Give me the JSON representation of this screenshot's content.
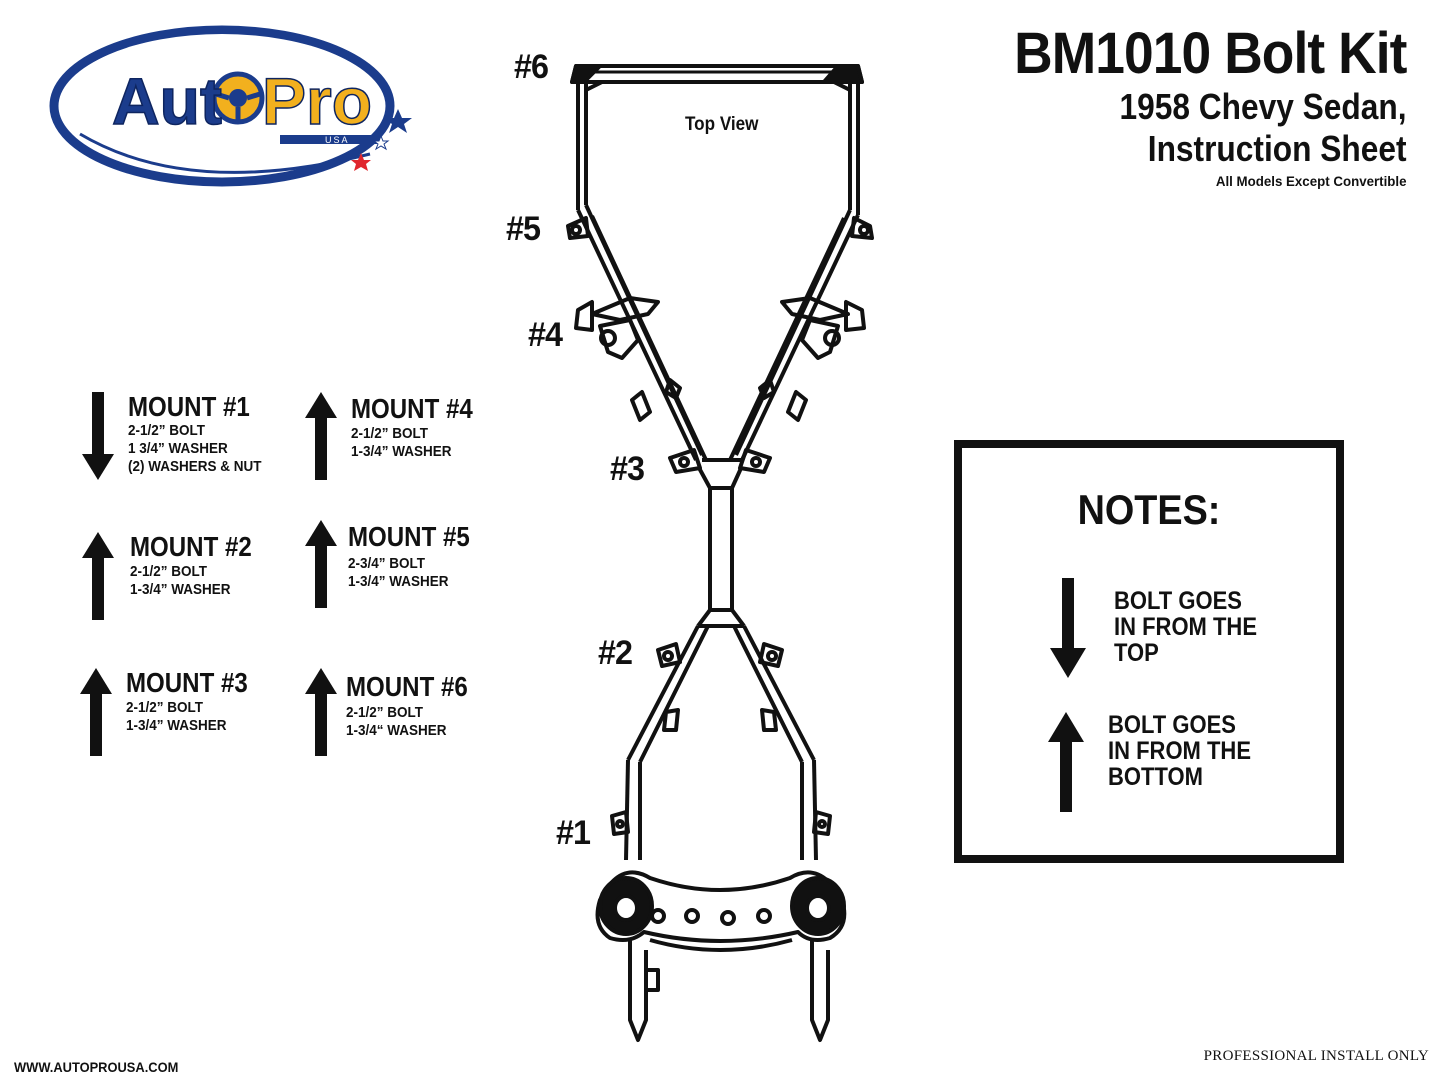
{
  "logo": {
    "brand_left": "Aut",
    "brand_right": "Pro",
    "country": "USA",
    "colors": {
      "blue": "#1b3c8c",
      "gold": "#f2b01e",
      "red": "#e0262d"
    }
  },
  "header": {
    "title": "BM1010 Bolt Kit",
    "subtitle_line1": "1958 Chevy Sedan,",
    "subtitle_line2": "Instruction Sheet",
    "note": "All Models Except Convertible"
  },
  "diagram": {
    "view_label": "Top View",
    "labels": [
      "#6",
      "#5",
      "#4",
      "#3",
      "#2",
      "#1"
    ]
  },
  "mounts": [
    {
      "title": "MOUNT #1",
      "direction": "down",
      "lines": [
        "2-1/2” BOLT",
        "1 3/4” WASHER",
        "(2) WASHERS & NUT"
      ]
    },
    {
      "title": "MOUNT #2",
      "direction": "up",
      "lines": [
        "2-1/2” BOLT",
        "1-3/4” WASHER"
      ]
    },
    {
      "title": "MOUNT #3",
      "direction": "up",
      "lines": [
        "2-1/2” BOLT",
        "1-3/4” WASHER"
      ]
    },
    {
      "title": "MOUNT #4",
      "direction": "up",
      "lines": [
        "2-1/2” BOLT",
        "1-3/4” WASHER"
      ]
    },
    {
      "title": "MOUNT #5",
      "direction": "up",
      "lines": [
        "2-3/4” BOLT",
        "1-3/4” WASHER"
      ]
    },
    {
      "title": "MOUNT #6",
      "direction": "up",
      "lines": [
        "2-1/2” BOLT",
        "1-3/4“ WASHER"
      ]
    }
  ],
  "notes": {
    "title": "NOTES:",
    "down_lines": [
      "BOLT GOES",
      "IN FROM THE",
      "TOP"
    ],
    "up_lines": [
      "BOLT GOES",
      "IN FROM THE",
      "BOTTOM"
    ]
  },
  "footer": {
    "website": "WWW.AUTOPROUSA.COM",
    "disclaimer": "PROFESSIONAL INSTALL ONLY"
  }
}
